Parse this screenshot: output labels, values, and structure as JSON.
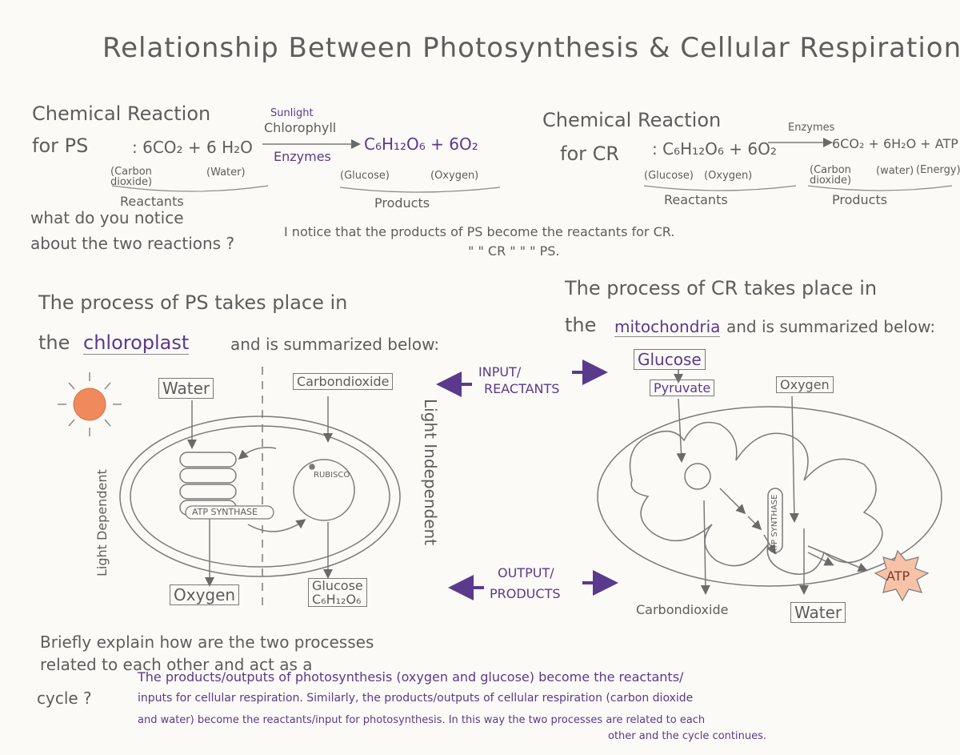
{
  "title": "Relationship Between Photosynthesis & Cellular Respiration",
  "ps": {
    "heading1": "Chemical Reaction",
    "heading2": "for PS",
    "equation_left": ": 6CO₂ + 6 H₂O",
    "arrow_top1": "Sunlight",
    "arrow_top2": "Chlorophyll",
    "arrow_bottom": "Enzymes",
    "equation_right": "C₆H₁₂O₆ + 6O₂",
    "label_carbon": "(Carbon dioxide)",
    "label_water": "(Water)",
    "label_glucose": "(Glucose)",
    "label_oxygen": "(Oxygen)",
    "reactants": "Reactants",
    "products": "Products"
  },
  "cr": {
    "heading1": "Chemical Reaction",
    "heading2": "for CR",
    "equation_left": ": C₆H₁₂O₆ + 6O₂",
    "arrow_top": "Enzymes",
    "equation_right": "6CO₂ + 6H₂O + ATP",
    "label_glucose": "(Glucose)",
    "label_oxygen": "(Oxygen)",
    "label_carbon": "(Carbon dioxide)",
    "label_water": "(water)",
    "label_energy": "(Energy)",
    "reactants": "Reactants",
    "products": "Products"
  },
  "notice": {
    "q1": "what do you notice",
    "q2": "about the two reactions ?",
    "a1": "I notice that the products of PS become the reactants for CR.",
    "a2": "\"      \"      CR      \"      \"      \"      PS."
  },
  "ps_process": {
    "line1": "The process of PS takes place in",
    "line2_pre": "the",
    "chloroplast": "chloroplast",
    "line2_post": "and is summarized below:"
  },
  "cr_process": {
    "line1": "The process of CR takes place in",
    "line2_pre": "the",
    "mitochondria": "mitochondria",
    "line2_post": "and is summarized below:"
  },
  "diagram_ps": {
    "water": "Water",
    "carbon_dioxide": "Carbondioxide",
    "light_dependent": "Light Dependent",
    "light_independent": "Light Independent",
    "rubisco": "RUBISCO",
    "atp_synthase": "ATP SYNTHASE",
    "oxygen": "Oxygen",
    "glucose": "Glucose",
    "glucose_formula": "C₆H₁₂O₆"
  },
  "center": {
    "input": "INPUT/",
    "reactants": "REACTANTS",
    "output": "OUTPUT/",
    "products": "PRODUCTS"
  },
  "diagram_cr": {
    "glucose": "Glucose",
    "pyruvate": "Pyruvate",
    "oxygen": "Oxygen",
    "atp_synthase": "ATP SYNTHASE",
    "atp": "ATP",
    "carbon_dioxide": "Carbondioxide",
    "water": "Water"
  },
  "explain": {
    "q1": "Briefly explain how are the two processes",
    "q2": "related to each other and act as a",
    "q3": "cycle ?",
    "a1": "The products/outputs of photosynthesis (oxygen and glucose) become the reactants/",
    "a2": "inputs for cellular respiration. Similarly, the products/outputs of cellular respiration (carbon dioxide",
    "a3": "and water) become the reactants/input for photosynthesis. In this way the two processes are related to each",
    "a4": "other and the cycle continues."
  },
  "colors": {
    "pencil": "#5d5d5d",
    "purple": "#5a3a8c",
    "sun": "#f08a5d",
    "atp_fill": "#f7c2a8"
  }
}
